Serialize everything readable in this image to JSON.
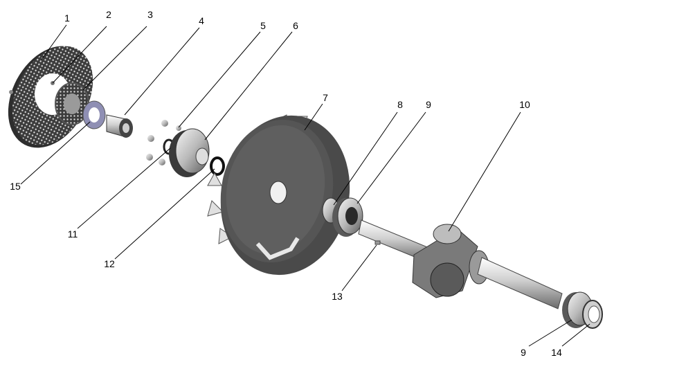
{
  "callouts": [
    {
      "label": "1"
    },
    {
      "label": "2"
    },
    {
      "label": "3"
    },
    {
      "label": "4"
    },
    {
      "label": "5"
    },
    {
      "label": "6"
    },
    {
      "label": "7"
    },
    {
      "label": "8"
    },
    {
      "label": "9"
    },
    {
      "label": "10"
    },
    {
      "label": "11"
    },
    {
      "label": "12"
    },
    {
      "label": "13"
    },
    {
      "label": "9"
    },
    {
      "label": "14"
    },
    {
      "label": "15"
    }
  ],
  "colors": {
    "background": "#ffffff",
    "metal_dark": "#4a4a4a",
    "metal_mid": "#9a9a9a",
    "metal_light": "#e6e6e6",
    "washer_blue": "#8f8fb4",
    "line": "#000000"
  }
}
